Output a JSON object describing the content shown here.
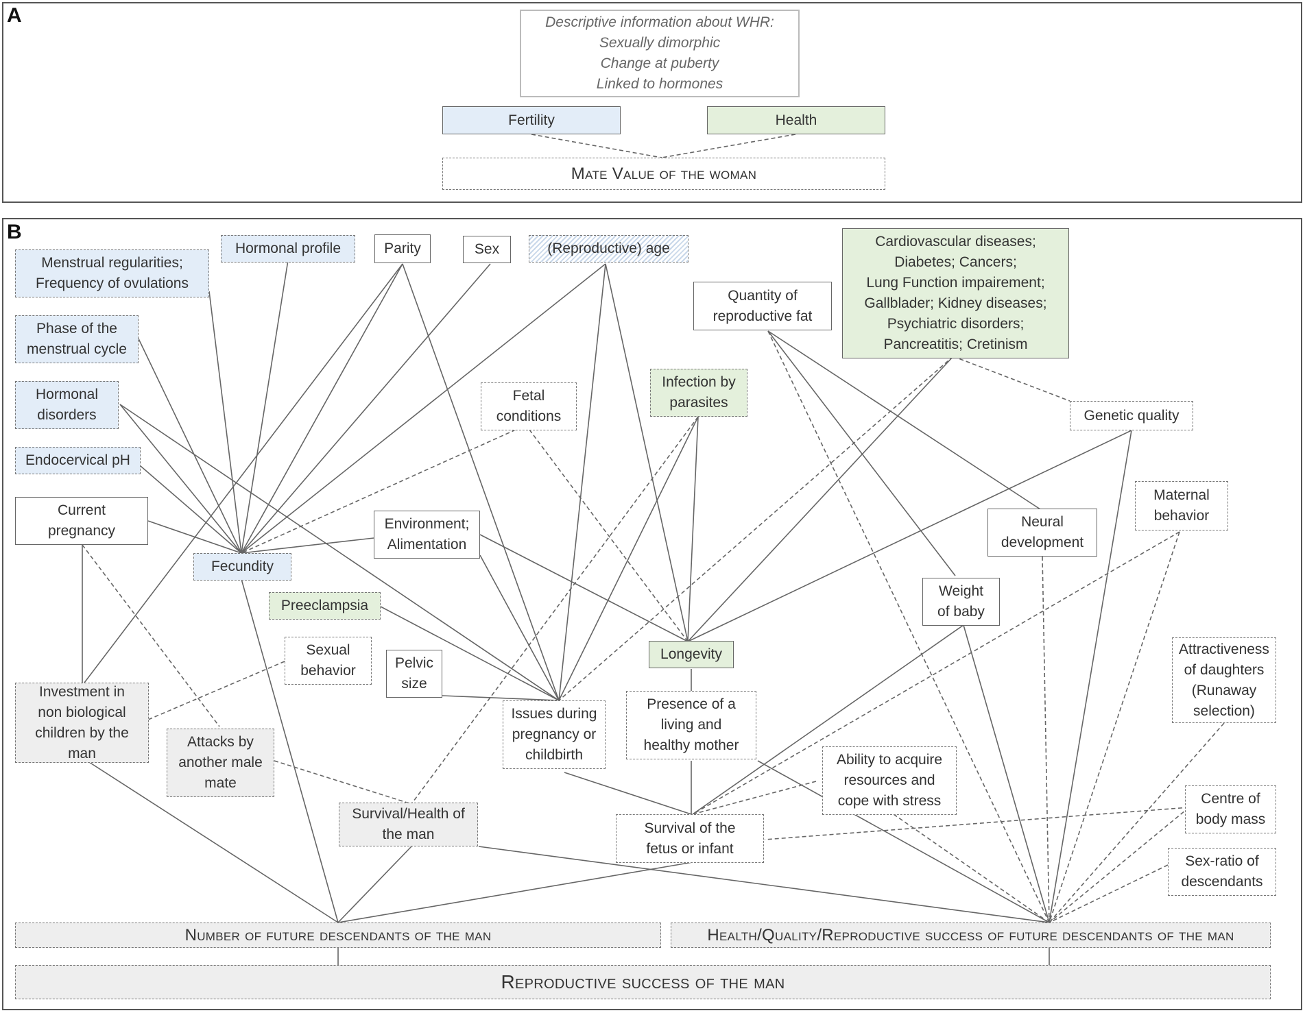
{
  "panel_a": {
    "label": "A",
    "descriptive_box": "Descriptive information about WHR:\nSexually dimorphic\nChange at puberty\nLinked to hormones",
    "fertility": "Fertility",
    "health": "Health",
    "mate_value": "Mate Value of the woman"
  },
  "panel_b": {
    "label": "B",
    "nodes": {
      "menstrual": "Menstrual regularities;\nFrequency of ovulations",
      "hormonal_profile": "Hormonal profile",
      "parity": "Parity",
      "sex": "Sex",
      "repro_age": "(Reproductive) age",
      "cardio": "Cardiovascular diseases;\nDiabetes; Cancers;\nLung Function impairement;\nGallblader; Kidney diseases;\nPsychiatric disorders;\nPancreatitis; Cretinism",
      "phase": "Phase of the\nmenstrual cycle",
      "quantity_fat": "Quantity of\nreproductive fat",
      "hormonal_disorders": "Hormonal\ndisorders",
      "fetal_conditions": "Fetal\nconditions",
      "infection": "Infection by\nparasites",
      "genetic_quality": "Genetic quality",
      "endocervical": "Endocervical pH",
      "current_pregnancy": "Current\npregnancy",
      "environment": "Environment;\nAlimentation",
      "neural": "Neural\ndevelopment",
      "maternal_behavior": "Maternal\nbehavior",
      "fecundity": "Fecundity",
      "preeclampsia": "Preeclampsia",
      "weight_baby": "Weight\nof baby",
      "sexual_behavior": "Sexual\nbehavior",
      "pelvic_size": "Pelvic\nsize",
      "longevity": "Longevity",
      "attractiveness": "Attractiveness\nof daughters\n(Runaway\nselection)",
      "investment": "Investment in\nnon biological\nchildren by the\nman",
      "issues": "Issues during\npregnancy or\nchildbirth",
      "presence_mother": "Presence of a\nliving and\nhealthy mother",
      "attacks": "Attacks by\nanother male\nmate",
      "ability": "Ability to acquire\nresources and\ncope with stress",
      "centre_mass": "Centre of\nbody mass",
      "survival_man": "Survival/Health of\nthe man",
      "survival_fetus": "Survival of the\nfetus or infant",
      "sex_ratio": "Sex-ratio of\ndescendants",
      "number_descendants": "Number of future descendants of the man",
      "health_descendants": "Health/Quality/Reproductive success of future descendants of the man",
      "repro_success": "Reproductive success of the man"
    },
    "colors": {
      "fertility": "#e3edf8",
      "health": "#e4f0dc",
      "neutral": "#ffffff",
      "outcome": "#eeeeee",
      "line": "#666666"
    }
  }
}
